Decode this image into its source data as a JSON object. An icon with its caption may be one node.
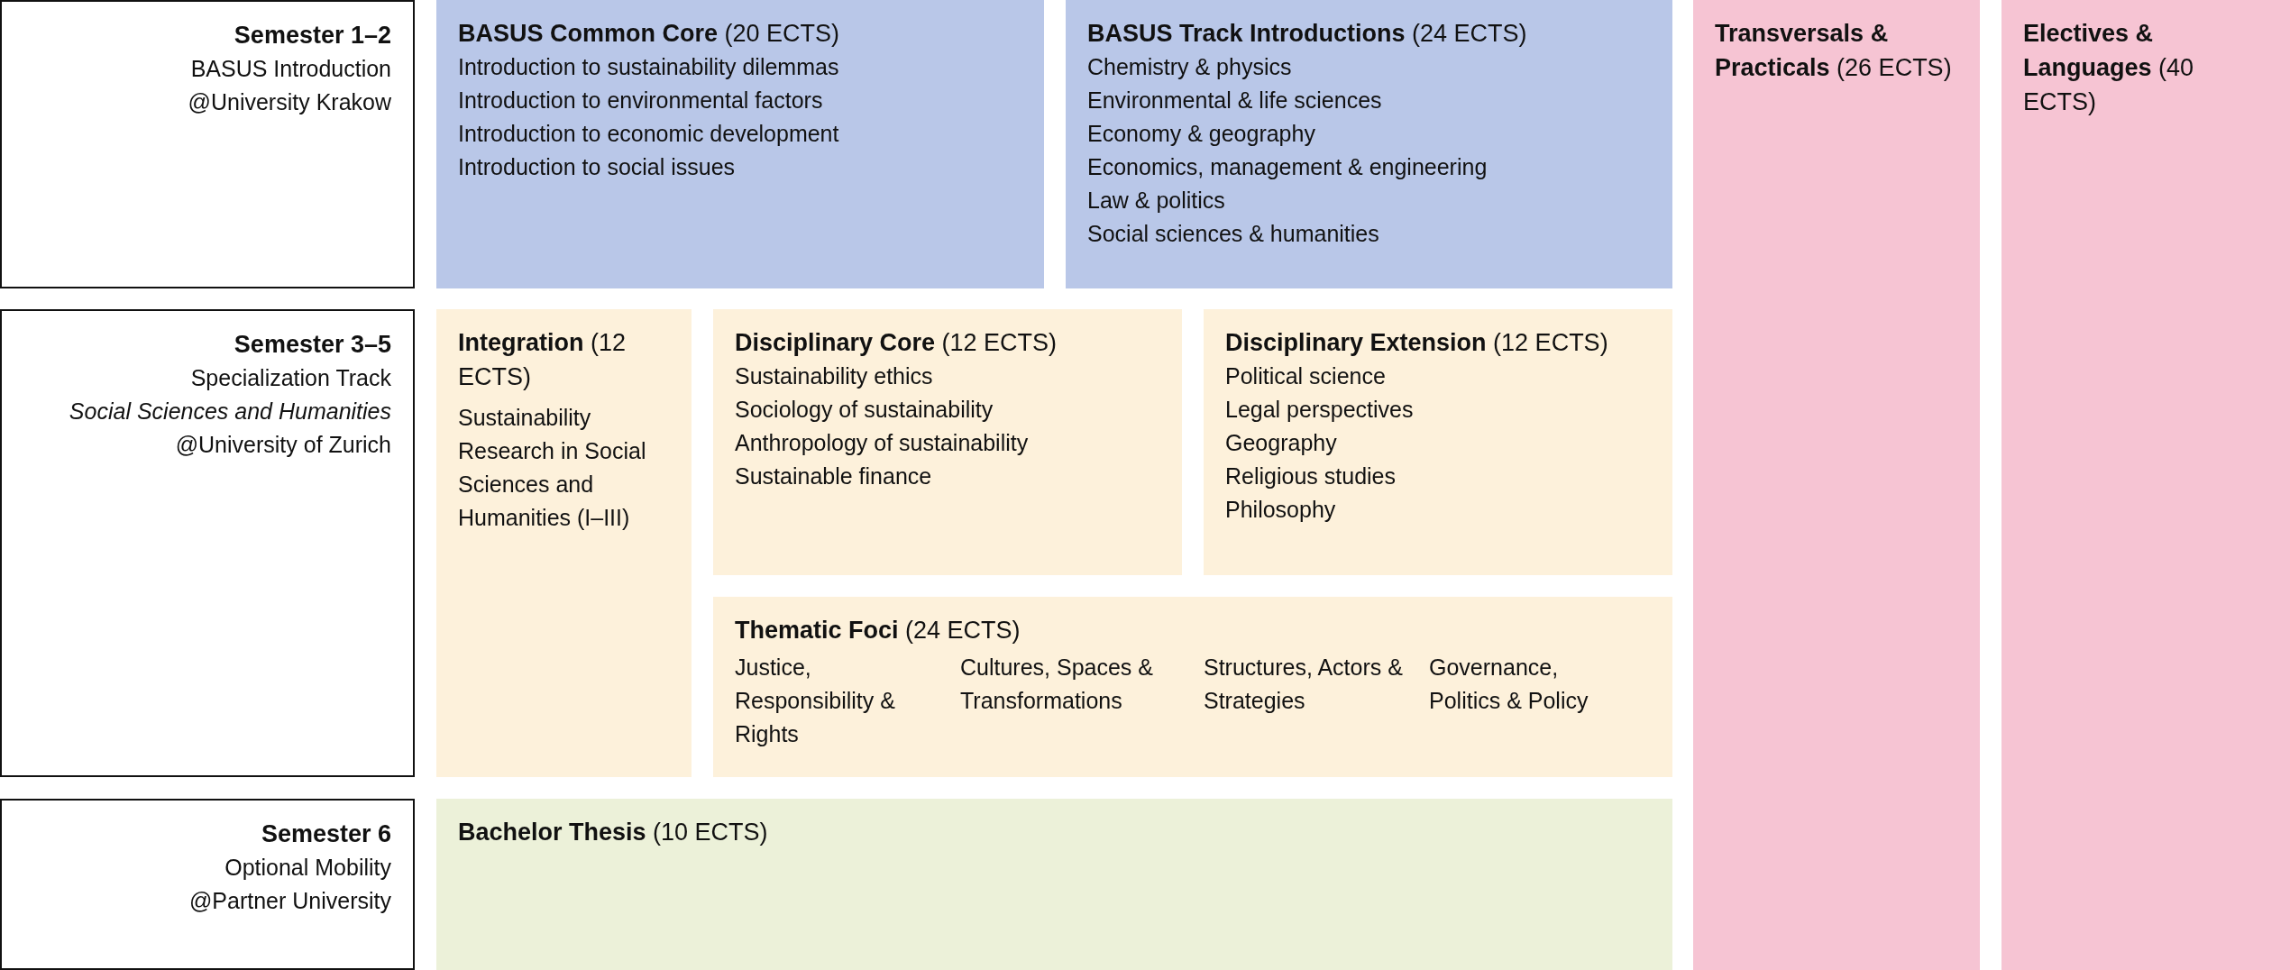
{
  "diagram": {
    "nodes": [
      {
        "text": [
          "Semester 1–2",
          "BASUS Introduction",
          "@University Krakow"
        ]
      },
      {
        "text": [
          "**BASUS Common Core** (20 ECTS)",
          "Introduction to sustainability dilemmas",
          "Introduction to environmental factors",
          "Introduction to economic development",
          "Introduction to social issues"
        ]
      },
      {
        "text": [
          "**BASUS Track Introductions** (24 ECTS)",
          "Chemistry & physics",
          "Environmental & life sciences",
          "Economy & geography",
          "Economics, management & engineering",
          "Law & politics",
          "Social sciences & humanities"
        ]
      },
      {
        "text": [
          "**Transversals & Practicals** (26 ECTS)"
        ]
      },
      {
        "text": [
          "**Electives & Languages** (40 ECTS)"
        ]
      },
      {
        "text": [
          "Semester 3–5",
          "Specialization Track",
          "*Social Sciences and Humanities*",
          "@University of Zurich"
        ]
      },
      {
        "text": [
          "**Integration** (12 ECTS)",
          "Sustainability Research in Social Sciences and Humanities (I–III)"
        ]
      },
      {
        "text": [
          "**Disciplinary Core** (12 ECTS)",
          "Sustainability ethics",
          "Sociology of sustainability",
          "Anthropology of sustainability",
          "Sustainable finance"
        ]
      },
      {
        "text": [
          "**Disciplinary Extension** (12 ECTS)",
          "Political science",
          "Legal perspectives",
          "Geography",
          "Religious studies",
          "Philosophy"
        ]
      },
      {
        "text": [
          "**Thematic Foci** (24 ECTS)",
          "Justice, Responsibility & Rights",
          "Cultures, Spaces & Transformations",
          "Structures, Actors & Strategies",
          "Governance, Politics & Policy"
        ]
      },
      {
        "text": [
          "Semester 6",
          "Optional Mobility",
          "@Partner University"
        ]
      },
      {
        "text": [
          "**Bachelor Thesis** (10 ECTS)"
        ]
      }
    ]
  }
}
